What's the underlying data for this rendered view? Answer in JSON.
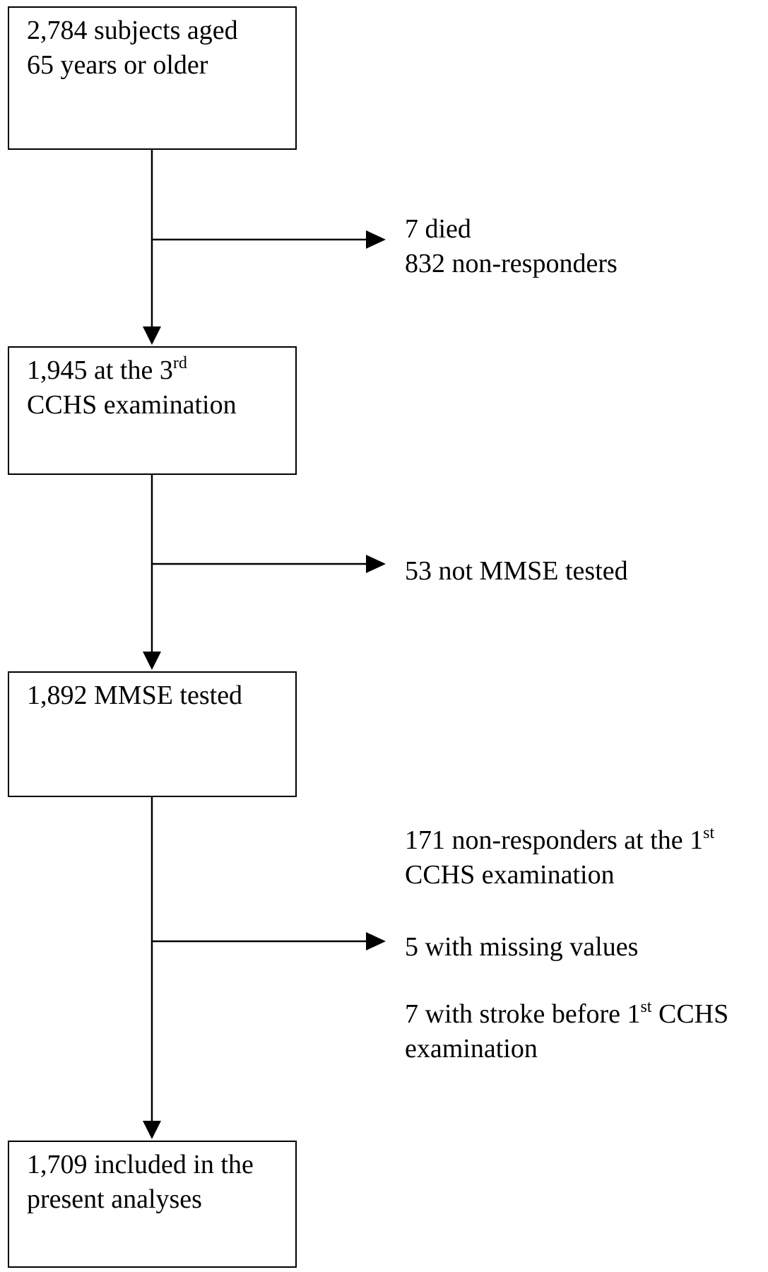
{
  "boxes": [
    {
      "line1": "2,784 subjects aged",
      "line2": "65 years or older"
    },
    {
      "line1_prefix": "1,945 at the 3",
      "line1_sup": "rd",
      "line2": "CCHS examination"
    },
    {
      "line1": "1,892 MMSE tested"
    },
    {
      "line1": "1,709 included in the",
      "line2": "present analyses"
    }
  ],
  "exclusions": [
    {
      "line1": "7 died",
      "line2": "832 non-responders"
    },
    {
      "line1": "53 not MMSE tested"
    },
    {
      "item1_prefix": "171 non-responders at the 1",
      "item1_sup": "st",
      "item1_line2": "CCHS examination",
      "item2": "5 with missing values",
      "item3_prefix": "7 with stroke before 1",
      "item3_sup": "st",
      "item3_suffix": " CCHS",
      "item3_line2": "examination"
    }
  ],
  "style": {
    "line_color": "#000000",
    "background": "#ffffff"
  }
}
